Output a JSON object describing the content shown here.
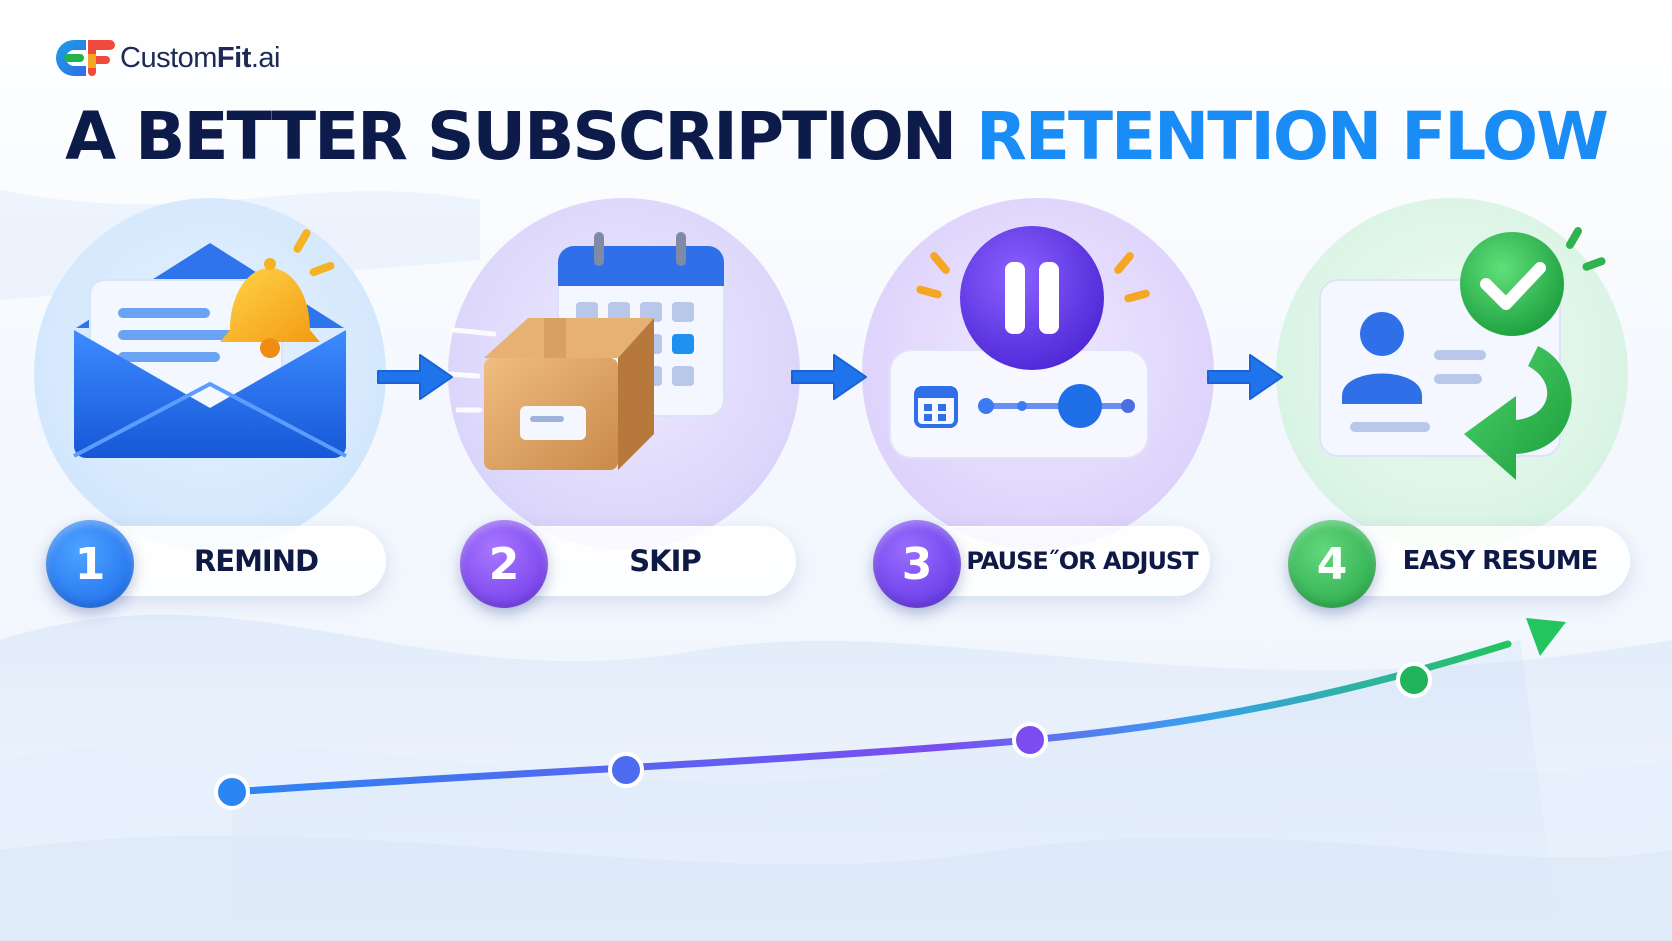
{
  "brand": {
    "name_regular": "Custom",
    "name_bold": "Fit",
    "name_suffix": ".ai"
  },
  "title": {
    "part1": "A BETTER SUBSCRIPTION",
    "part2": "RETENTION FLOW"
  },
  "steps": [
    {
      "number": "1",
      "label": "REMIND",
      "icon": "envelope-bell-icon",
      "color": "#1f7af0"
    },
    {
      "number": "2",
      "label": "SKIP",
      "icon": "box-calendar-icon",
      "color": "#7a3df0"
    },
    {
      "number": "3",
      "label": "PAUSE˝OR ADJUST",
      "icon": "pause-slider-icon",
      "color": "#6a36ea"
    },
    {
      "number": "4",
      "label": "EASY RESUME",
      "icon": "profile-check-icon",
      "color": "#2fb34c"
    }
  ],
  "colors": {
    "title_dark": "#0d1b4b",
    "title_accent": "#1a8cf5",
    "growth_start": "#2a86f2",
    "growth_mid": "#7b4cf0",
    "growth_end": "#22c55e"
  }
}
